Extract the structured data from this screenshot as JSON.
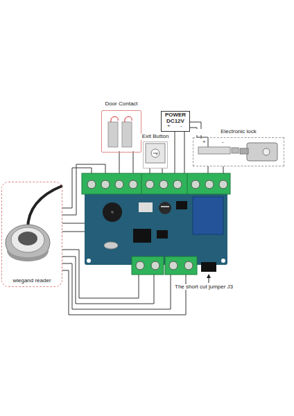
{
  "diagram": {
    "nodes": [
      {
        "text": [
          "Door Contact"
        ]
      },
      {
        "text": [
          "Exit Button"
        ]
      },
      {
        "text": [
          "POWER DC12V"
        ]
      },
      {
        "text": [
          "Electronic lock"
        ]
      },
      {
        "text": [
          "wiegand reader"
        ]
      }
    ],
    "labels": [
      "+",
      "-",
      "+",
      "-",
      "The short cut jumper J3"
    ]
  }
}
